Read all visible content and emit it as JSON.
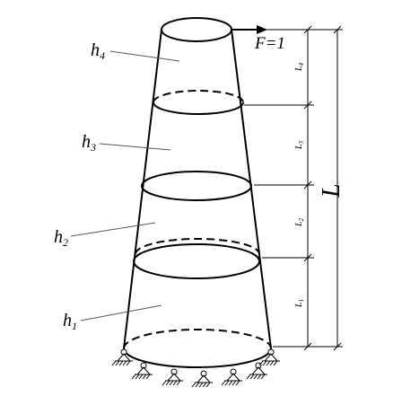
{
  "load": {
    "label": "F=1"
  },
  "thickness_labels": [
    {
      "base": "h",
      "sub": "4"
    },
    {
      "base": "h",
      "sub": "3"
    },
    {
      "base": "h",
      "sub": "2"
    },
    {
      "base": "h",
      "sub": "1"
    }
  ],
  "segment_labels": [
    {
      "base": "L",
      "sub": "4"
    },
    {
      "base": "L",
      "sub": "3"
    },
    {
      "base": "L",
      "sub": "2"
    },
    {
      "base": "L",
      "sub": "1"
    }
  ],
  "total_length_label": "L"
}
